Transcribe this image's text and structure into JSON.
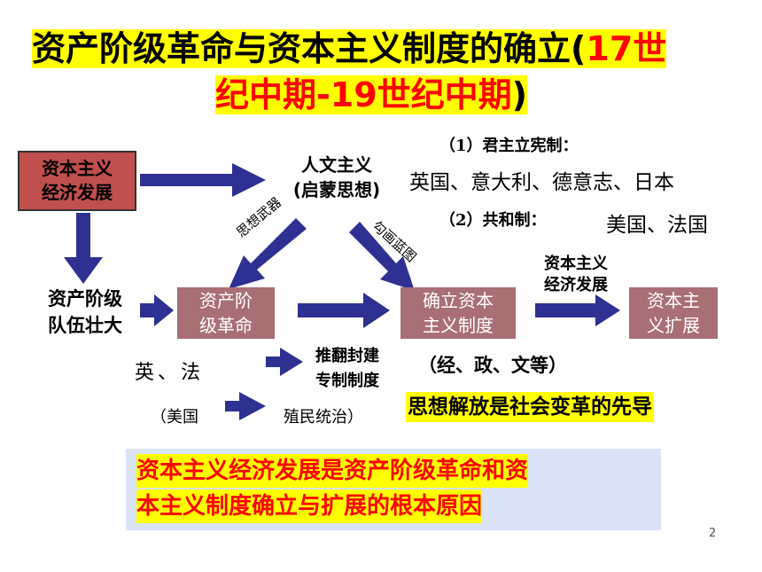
{
  "title": {
    "line1_black": "资产阶级革命与资本主义制度的确立(",
    "line1_red": "17世",
    "line2_red": "纪中期-19世纪中期",
    "line2_black": ")"
  },
  "nodes": {
    "economy": "资本主义\n经济发展",
    "humanism": "人文主义\n(启蒙思想)",
    "class_growth": "资产阶级\n队伍壮大",
    "revolution": "资产阶\n级革命",
    "establish": "确立资本\n主义制度",
    "expand": "资本主\n义扩展",
    "economy_label_mid": "资本主义\n经济发展"
  },
  "forms": {
    "monarchy_label": "（1）君主立宪制：",
    "monarchy_countries": "英国、意大利、德意志、日本",
    "republic_label": "（2）共和制：",
    "republic_countries": "美国、法国"
  },
  "arrow_labels": {
    "weapon": "思想武器",
    "blueprint": "勾画蓝图"
  },
  "notes": {
    "eng_fr": "英、法",
    "overthrow": "推翻封建\n专制制度",
    "aspects": "（经、政、文等）",
    "usa": "（美国",
    "colonial": "殖民统治）",
    "liberation": "思想解放是社会变革的先导"
  },
  "conclusion": {
    "line1": "资本主义经济发展是资产阶级革命和资",
    "line2": "本主义制度确立与扩展的根本原因"
  },
  "page_number": "2",
  "colors": {
    "arrow": "#2e3192",
    "box_red": "#c0504d",
    "box_mauve": "#a86f74",
    "highlight": "#ffff00",
    "title_red": "#ff0000",
    "panel": "#d9e3f5"
  }
}
